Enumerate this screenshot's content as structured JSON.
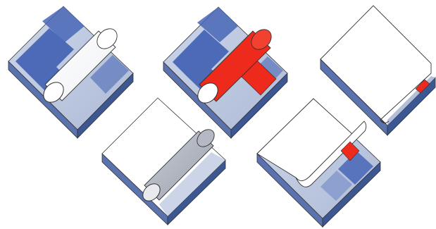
{
  "colors": {
    "background": "#ffffff",
    "block_top": "#b9c5dd",
    "block_top_light": "#cfd8ea",
    "block_left_side": "#556fab",
    "block_right_side": "#3a558f",
    "pattern_dark": "#3d5eb0",
    "pattern_mid": "#6f88c4",
    "sheet_white": "#ffffff",
    "sheet_outline": "#555555",
    "roller_gray": "#b8bdc7",
    "roller_gray_dark": "#8e95a3",
    "accent_red": "#ee2a1c"
  },
  "panels": [
    {
      "name": "blue-pattern-with-white-roller",
      "row": 1,
      "col": 1
    },
    {
      "name": "red-roller-transferring-stripe",
      "row": 1,
      "col": 2
    },
    {
      "name": "sheet-covering-block-with-red-edge",
      "row": 1,
      "col": 3
    },
    {
      "name": "white-sheet-with-gray-roller",
      "row": 2,
      "col": 1
    },
    {
      "name": "sheet-peeled-back-with-red-band",
      "row": 2,
      "col": 2
    }
  ]
}
